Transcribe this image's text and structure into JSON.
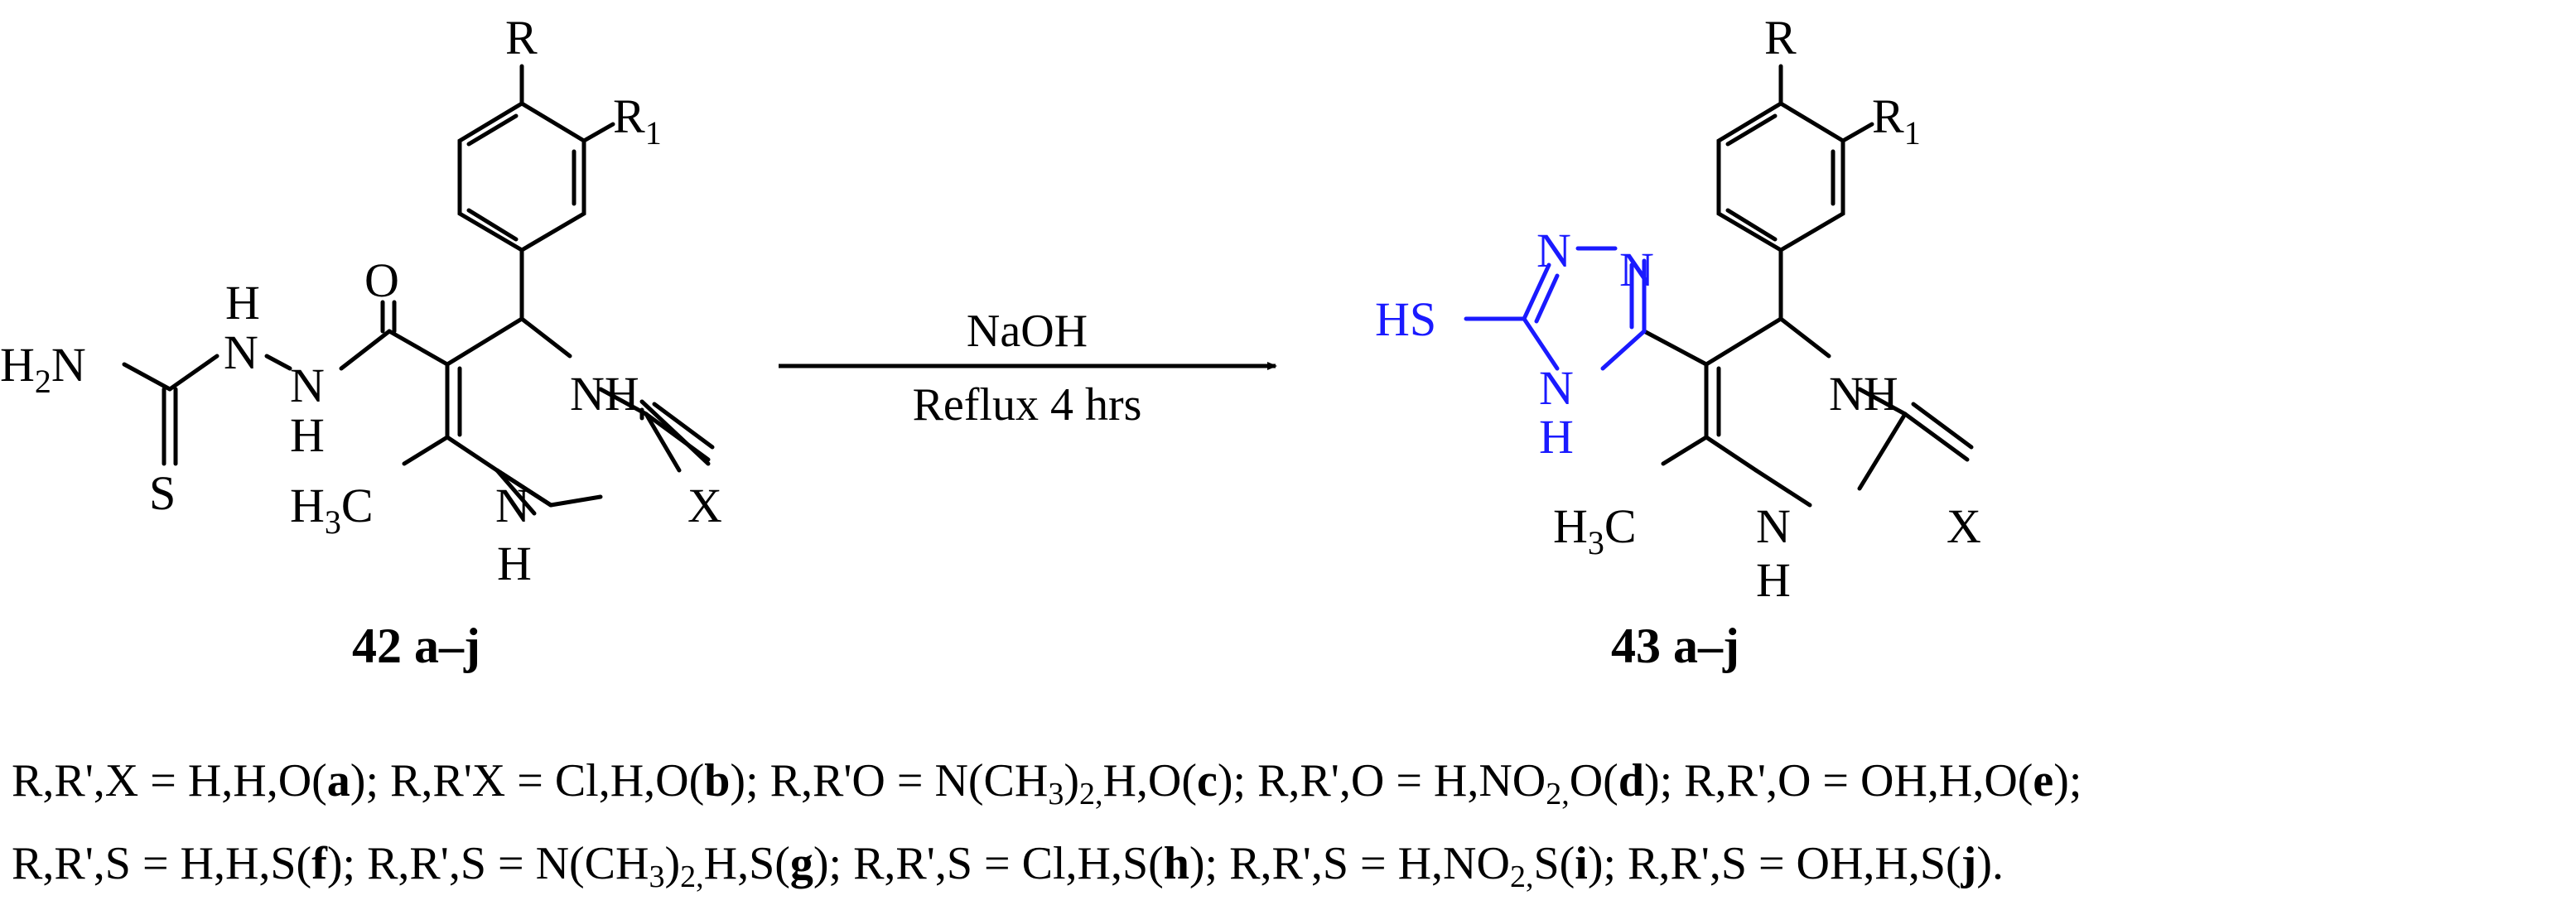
{
  "reactant": {
    "labels": {
      "r": "R",
      "r1": "R",
      "r1_sub": "1",
      "o": "O",
      "s": "S",
      "x": "X",
      "h2n": "H",
      "h2n_sub": "2",
      "h2n_n": "N",
      "nh_h_top": "H",
      "nh_n": "N",
      "n2_n": "N",
      "n2_h": "H",
      "nh_ring": "NH",
      "n_bottom": "N",
      "h_bottom": "H",
      "ch3_h": "H",
      "ch3_sub": "3",
      "ch3_c": "C"
    },
    "compound_label": "42 a–j"
  },
  "product": {
    "labels": {
      "r": "R",
      "r1": "R",
      "r1_sub": "1",
      "x": "X",
      "hs": "HS",
      "triazole_n1": "N",
      "triazole_n2": "N",
      "triazole_n4": "N",
      "triazole_h": "H",
      "nh_ring": "NH",
      "n_bottom": "N",
      "h_bottom": "H",
      "ch3_h": "H",
      "ch3_sub": "3",
      "ch3_c": "C"
    },
    "compound_label": "43 a–j"
  },
  "conditions": {
    "reagent": "NaOH",
    "time": "Reflux 4 hrs"
  },
  "legend": {
    "line1": [
      {
        "t": "R,R',X = H,H,O("
      },
      {
        "t": "a",
        "b": true
      },
      {
        "t": "); R,R'X = Cl,H,O("
      },
      {
        "t": "b",
        "b": true
      },
      {
        "t": "); R,R'O = N(CH"
      },
      {
        "t": "3",
        "s": true
      },
      {
        "t": ")"
      },
      {
        "t": "2,",
        "s": true
      },
      {
        "t": "H,O("
      },
      {
        "t": "c",
        "b": true
      },
      {
        "t": "); R,R',O = H,NO"
      },
      {
        "t": "2,",
        "s": true
      },
      {
        "t": "O("
      },
      {
        "t": "d",
        "b": true
      },
      {
        "t": "); R,R',O = OH,H,O("
      },
      {
        "t": "e",
        "b": true
      },
      {
        "t": ");"
      }
    ],
    "line2": [
      {
        "t": "R,R',S = H,H,S("
      },
      {
        "t": "f",
        "b": true
      },
      {
        "t": "); R,R',S = N(CH"
      },
      {
        "t": "3",
        "s": true
      },
      {
        "t": ")"
      },
      {
        "t": "2,",
        "s": true
      },
      {
        "t": "H,S("
      },
      {
        "t": "g",
        "b": true
      },
      {
        "t": "); R,R',S = Cl,H,S("
      },
      {
        "t": "h",
        "b": true
      },
      {
        "t": "); R,R',S = H,NO"
      },
      {
        "t": "2,",
        "s": true
      },
      {
        "t": "S("
      },
      {
        "t": "i",
        "b": true
      },
      {
        "t": "); R,R',S = OH,H,S("
      },
      {
        "t": "j",
        "b": true
      },
      {
        "t": ")."
      }
    ]
  }
}
